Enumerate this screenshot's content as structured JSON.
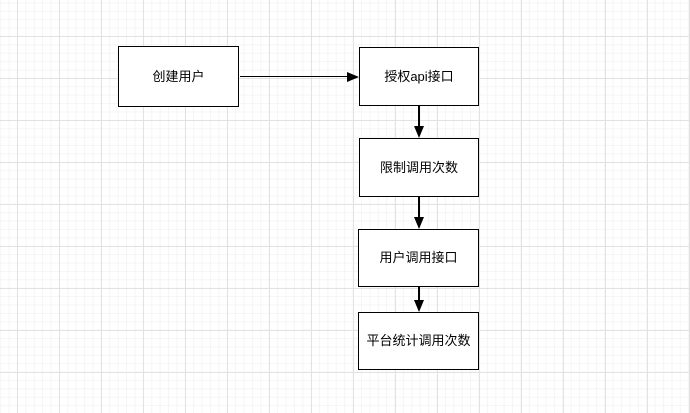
{
  "canvas": {
    "background_color": "#ffffff",
    "grid_minor_color": "#f5f5f5",
    "grid_major_color": "#e2e2e2",
    "stroke_color": "#000000"
  },
  "diagram": {
    "nodes": [
      {
        "id": "create-user",
        "label": "创建用户"
      },
      {
        "id": "authorize-api",
        "label": "授权api接口"
      },
      {
        "id": "limit-call-count",
        "label": "限制调用次数"
      },
      {
        "id": "user-call-api",
        "label": "用户调用接口"
      },
      {
        "id": "platform-count-calls",
        "label": "平台统计调用次数"
      }
    ],
    "edges": [
      {
        "from": "create-user",
        "to": "authorize-api",
        "direction": "right"
      },
      {
        "from": "authorize-api",
        "to": "limit-call-count",
        "direction": "down"
      },
      {
        "from": "limit-call-count",
        "to": "user-call-api",
        "direction": "down"
      },
      {
        "from": "user-call-api",
        "to": "platform-count-calls",
        "direction": "down"
      }
    ]
  }
}
